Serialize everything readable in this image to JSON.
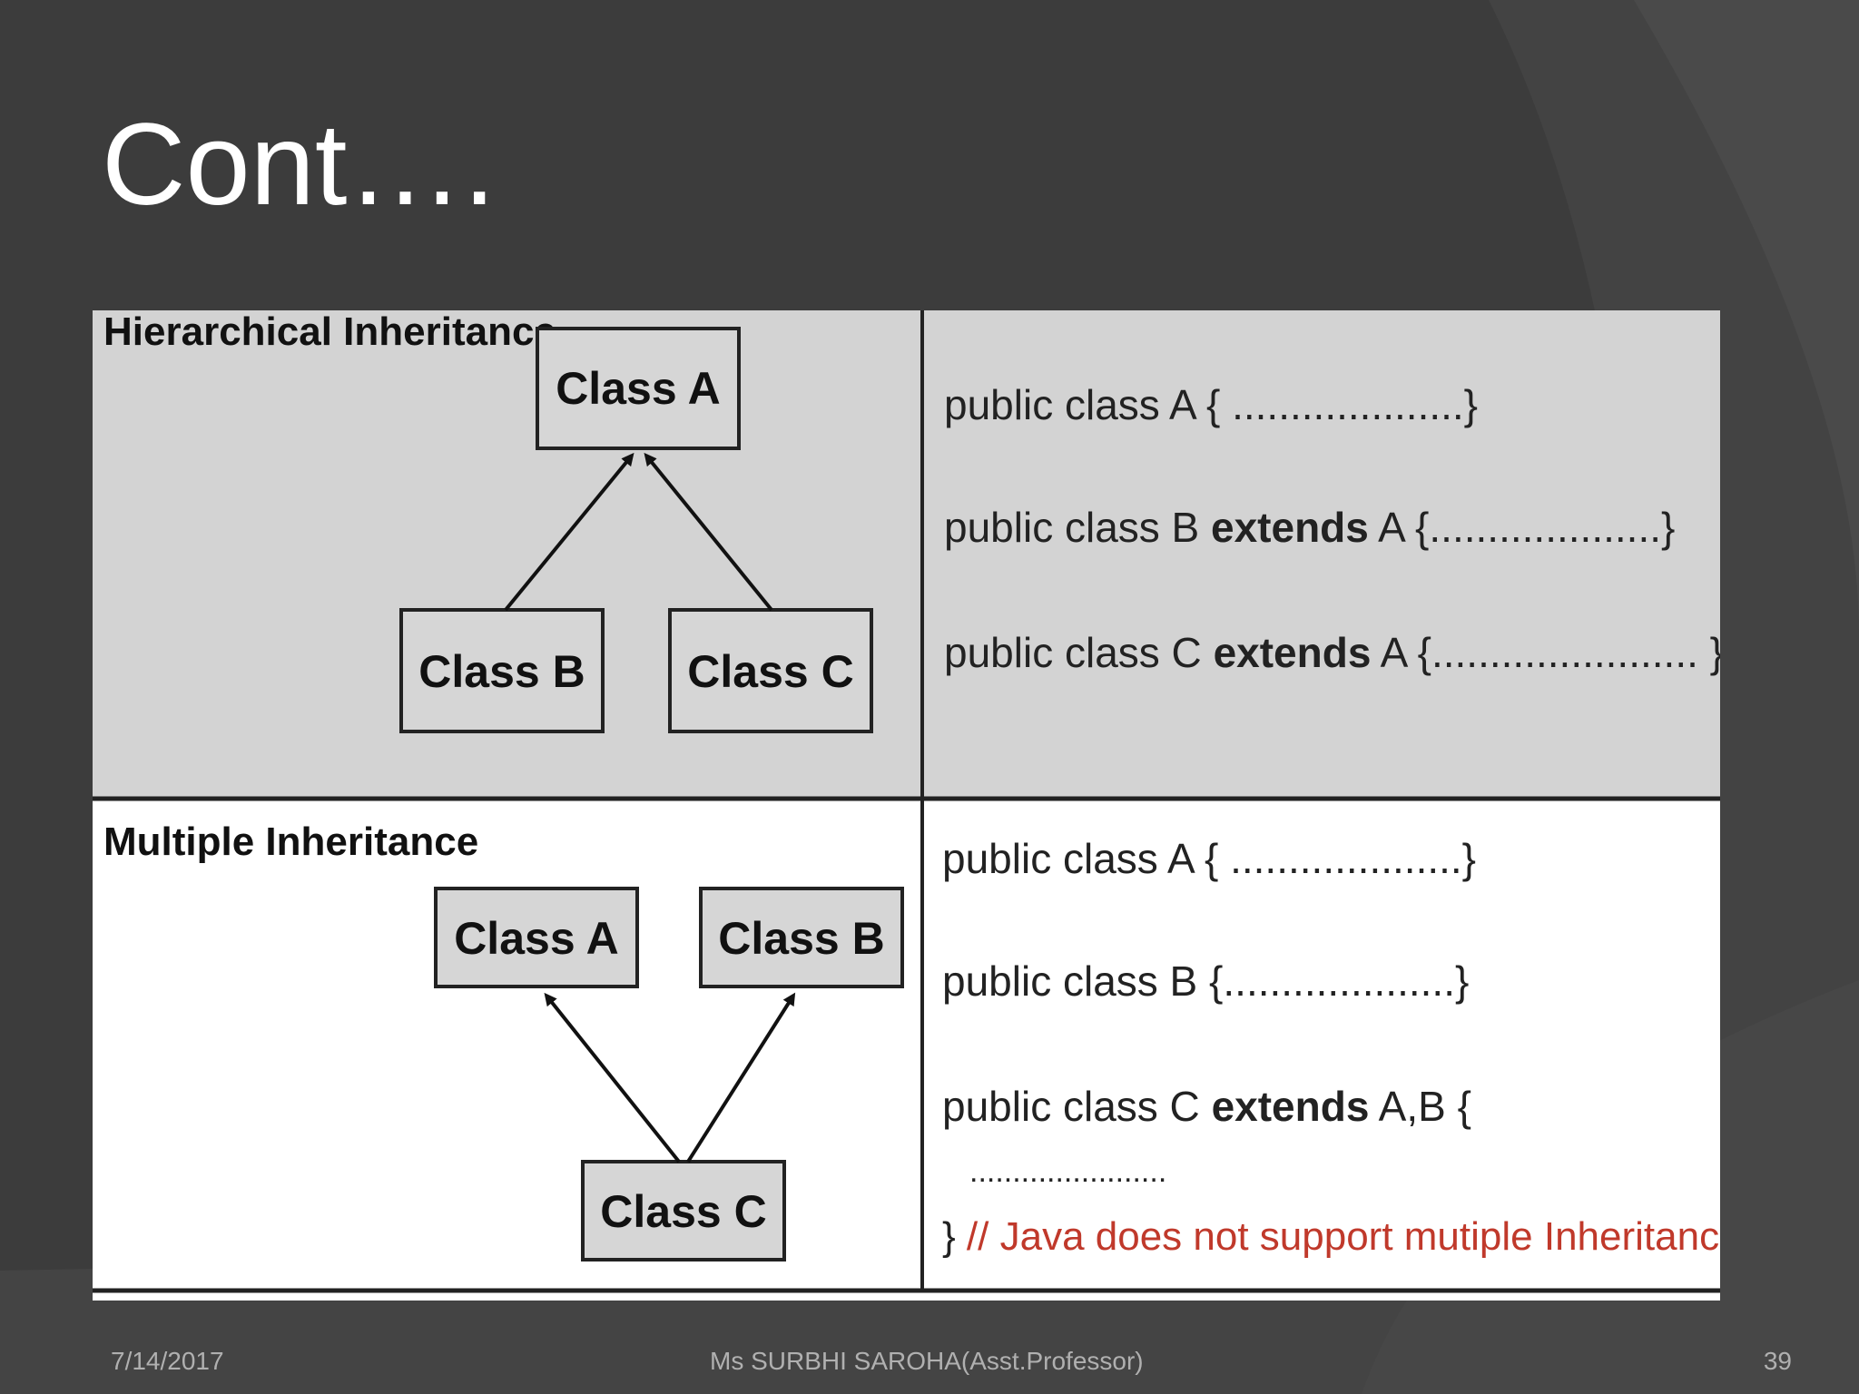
{
  "slide": {
    "title": "Cont….",
    "footer": {
      "date": "7/14/2017",
      "author": "Ms SURBHI SAROHA(Asst.Professor)",
      "page": "39"
    }
  },
  "hierarchical": {
    "heading": "Hierarchical Inheritance",
    "boxes": {
      "top": "Class A",
      "left": "Class B",
      "right": "Class C"
    },
    "code": {
      "line1": "public class A { ....................}",
      "line2_prefix": "public class B ",
      "line2_keyword": "extends",
      "line2_suffix": " A {....................}",
      "line3_prefix": "public class C ",
      "line3_keyword": "extends",
      "line3_suffix": " A {....................... }"
    }
  },
  "multiple": {
    "heading": "Multiple Inheritance",
    "boxes": {
      "left": "Class A",
      "right": "Class B",
      "bottom": "Class C"
    },
    "code": {
      "line1": "public class A { ....................}",
      "line2": "public class B {....................}",
      "line3_prefix": "public class C ",
      "line3_keyword": "extends",
      "line3_suffix": "  A,B {",
      "line4": ".......................",
      "line5_brace": "} ",
      "line5_comment": "// Java does not support mutiple Inheritance"
    }
  },
  "colors": {
    "background": "#3c3c3c",
    "panel_top": "#d3d3d3",
    "panel_bottom": "#ffffff",
    "box_fill": "#d6d6d6",
    "comment": "#c0392b"
  }
}
